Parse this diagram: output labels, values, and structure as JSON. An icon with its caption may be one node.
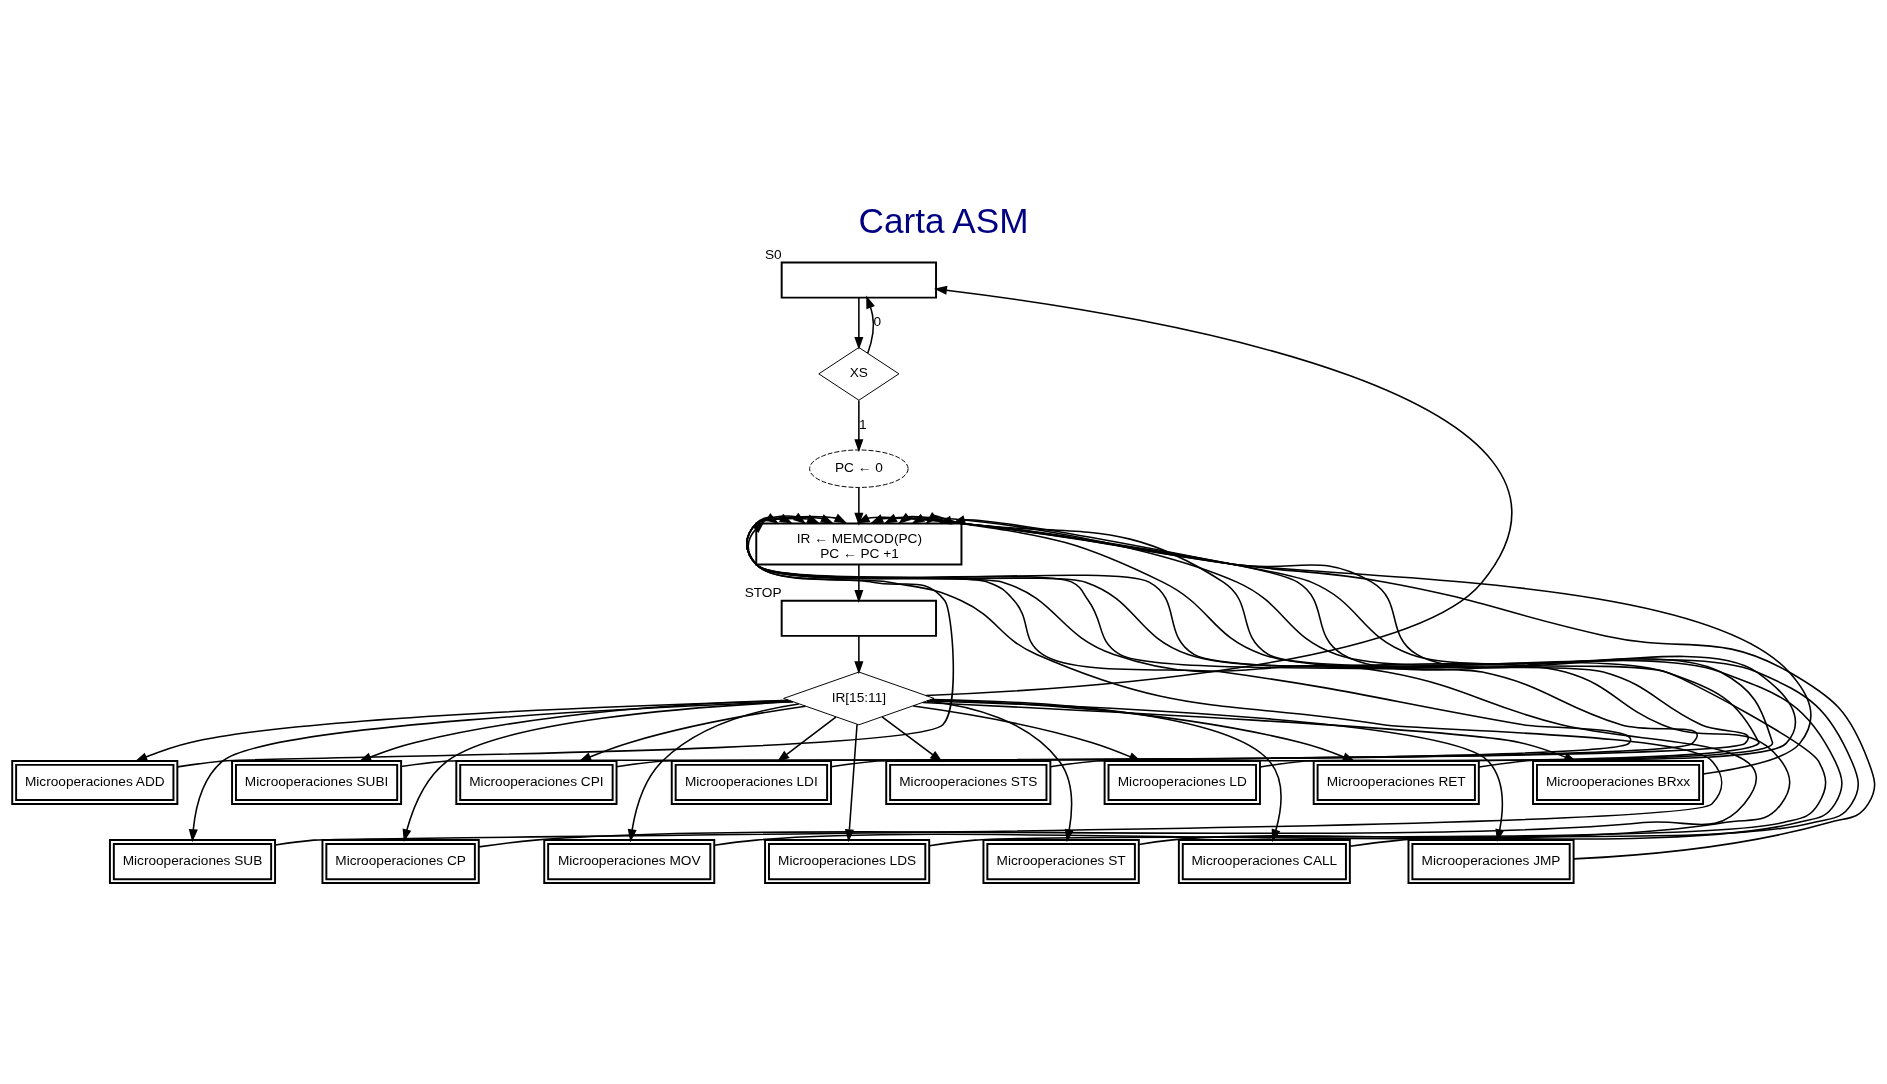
{
  "diagram": {
    "title": "Carta ASM",
    "nodes": [
      {
        "text": [],
        "shape": "box",
        "beside": [
          "S0"
        ]
      },
      {
        "text": [
          "XS"
        ]
      },
      {
        "text": [
          "PC ← 0"
        ]
      },
      {
        "text": [
          "IR ← MEMCOD(PC)",
          "PC ← PC +1"
        ]
      },
      {
        "text": [],
        "shape": "box",
        "beside": [
          "STOP"
        ]
      },
      {
        "text": [
          "IR[15:11]"
        ]
      },
      {
        "text": [
          "Microoperaciones ADD"
        ]
      },
      {
        "text": [
          "Microoperaciones SUB"
        ]
      },
      {
        "text": [
          "Microoperaciones SUBI"
        ]
      },
      {
        "text": [
          "Microoperaciones CP"
        ]
      },
      {
        "text": [
          "Microoperaciones CPI"
        ]
      },
      {
        "text": [
          "Microoperaciones MOV"
        ]
      },
      {
        "text": [
          "Microoperaciones LDI"
        ]
      },
      {
        "text": [
          "Microoperaciones LDS"
        ]
      },
      {
        "text": [
          "Microoperaciones STS"
        ]
      },
      {
        "text": [
          "Microoperaciones ST"
        ]
      },
      {
        "text": [
          "Microoperaciones LD"
        ]
      },
      {
        "text": [
          "Microoperaciones CALL"
        ]
      },
      {
        "text": [
          "Microoperaciones RET"
        ]
      },
      {
        "text": [
          "Microoperaciones JMP"
        ]
      },
      {
        "text": [
          "Microoperaciones BRxx"
        ]
      }
    ],
    "edges": [
      {
        "from": 0,
        "to": 1,
        "arrow": "to"
      },
      {
        "from": 1,
        "to": 0,
        "arrow": "to",
        "label": "0"
      },
      {
        "from": 1,
        "to": 2,
        "arrow": "to",
        "label": "1"
      },
      {
        "from": 2,
        "to": 3,
        "arrow": "to"
      },
      {
        "from": 3,
        "to": 4,
        "arrow": "to"
      },
      {
        "from": 4,
        "to": 5,
        "arrow": "to"
      },
      {
        "from": 5,
        "to": 0,
        "arrow": "to"
      },
      {
        "from": 5,
        "to": 6,
        "arrow": "to"
      },
      {
        "from": 5,
        "to": 7,
        "arrow": "to"
      },
      {
        "from": 5,
        "to": 8,
        "arrow": "to"
      },
      {
        "from": 5,
        "to": 9,
        "arrow": "to"
      },
      {
        "from": 5,
        "to": 10,
        "arrow": "to"
      },
      {
        "from": 5,
        "to": 11,
        "arrow": "to"
      },
      {
        "from": 5,
        "to": 12,
        "arrow": "to"
      },
      {
        "from": 5,
        "to": 13,
        "arrow": "to"
      },
      {
        "from": 5,
        "to": 14,
        "arrow": "to"
      },
      {
        "from": 5,
        "to": 15,
        "arrow": "to"
      },
      {
        "from": 5,
        "to": 16,
        "arrow": "to"
      },
      {
        "from": 5,
        "to": 17,
        "arrow": "to"
      },
      {
        "from": 5,
        "to": 18,
        "arrow": "to"
      },
      {
        "from": 5,
        "to": 19,
        "arrow": "to"
      },
      {
        "from": 5,
        "to": 20,
        "arrow": "to"
      },
      {
        "from": 6,
        "to": 3,
        "arrow": "to"
      },
      {
        "from": 7,
        "to": 3,
        "arrow": "to"
      },
      {
        "from": 8,
        "to": 3,
        "arrow": "to"
      },
      {
        "from": 9,
        "to": 3,
        "arrow": "to"
      },
      {
        "from": 10,
        "to": 3,
        "arrow": "to"
      },
      {
        "from": 11,
        "to": 3,
        "arrow": "to"
      },
      {
        "from": 12,
        "to": 3,
        "arrow": "to"
      },
      {
        "from": 13,
        "to": 3,
        "arrow": "to"
      },
      {
        "from": 14,
        "to": 3,
        "arrow": "to"
      },
      {
        "from": 15,
        "to": 3,
        "arrow": "to"
      },
      {
        "from": 16,
        "to": 3,
        "arrow": "to"
      },
      {
        "from": 17,
        "to": 3,
        "arrow": "to"
      },
      {
        "from": 18,
        "to": 3,
        "arrow": "to"
      },
      {
        "from": 19,
        "to": 3,
        "arrow": "to"
      },
      {
        "from": 20,
        "to": 3,
        "arrow": "to"
      }
    ]
  }
}
